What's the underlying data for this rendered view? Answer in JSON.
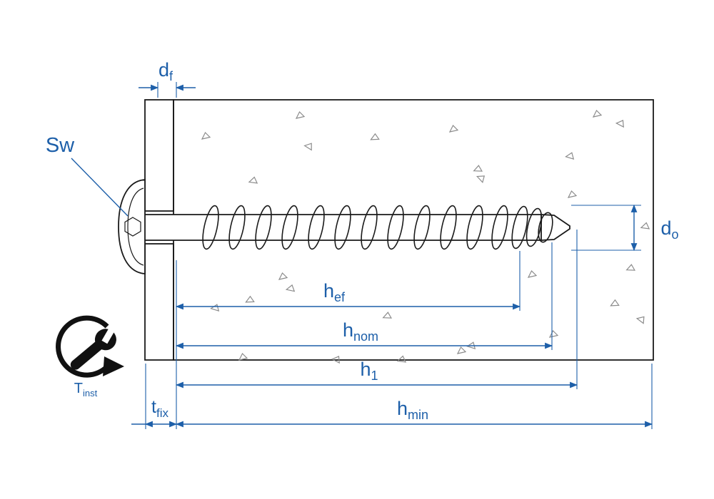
{
  "diagram": {
    "description": "Cross-section of a concrete screw anchor installed through a fixture plate into concrete, with installation dimension symbols",
    "colors": {
      "dimension_blue": "#1d5fa9",
      "outline_black": "#1a1a1a",
      "aggregate_gray": "#8c8c8c",
      "icon_black": "#111111"
    },
    "labels": {
      "df": {
        "main": "d",
        "sub": "f"
      },
      "sw": {
        "main": "Sw",
        "sub": ""
      },
      "do": {
        "main": "d",
        "sub": "o"
      },
      "hef": {
        "main": "h",
        "sub": "ef"
      },
      "hnom": {
        "main": "h",
        "sub": "nom"
      },
      "h1": {
        "main": "h",
        "sub": "1"
      },
      "hmin": {
        "main": "h",
        "sub": "min"
      },
      "tfix": {
        "main": "t",
        "sub": "fix"
      },
      "tinst": {
        "main": "T",
        "sub": "inst"
      }
    },
    "icons": {
      "wrench": "wrench-icon",
      "rotation_arrow": "rotation-arrow-icon"
    }
  }
}
